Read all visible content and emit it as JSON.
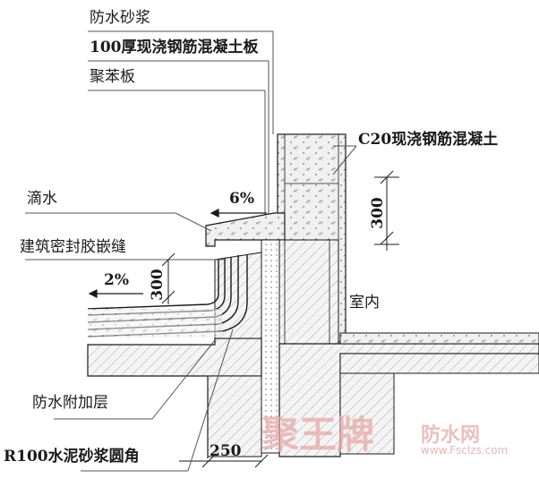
{
  "labels": {
    "waterproof_mortar": "防水砂浆",
    "slab_100": "100厚现浇钢筋混凝土板",
    "polystyrene": "聚苯板",
    "c20_concrete": "C20现浇钢筋混凝土",
    "drip": "滴水",
    "sealant_joint": "建筑密封胶嵌缝",
    "indoor": "室内",
    "waterproof_extra_layer": "防水附加层",
    "r100_fillet": "R100水泥砂浆圆角"
  },
  "dimensions": {
    "slope_top": "6%",
    "slope_roof": "2%",
    "height_upper": "300",
    "height_lower": "300",
    "width_bottom": "250"
  },
  "watermark": {
    "brand": "聚王牌",
    "suffix": "防水网",
    "url": "www.Fsclzs.com"
  },
  "colors": {
    "line": "#1a1a1a",
    "concrete": "#f2f2f2",
    "insulation": "#ffffff",
    "watermark": "#e8a8a8"
  }
}
